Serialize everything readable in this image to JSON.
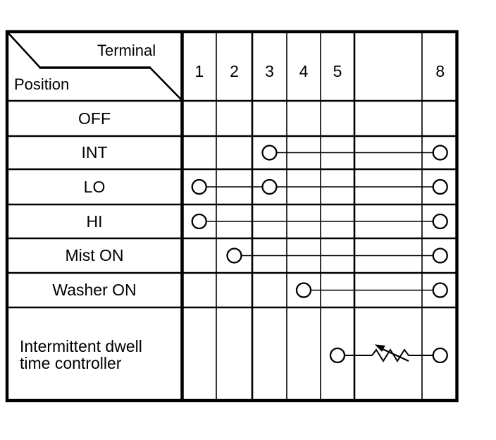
{
  "table": {
    "corner": {
      "top_label": "Terminal",
      "bottom_label": "Position"
    },
    "columns": [
      "1",
      "2",
      "3",
      "4",
      "5",
      "",
      "8"
    ],
    "rows": [
      {
        "label": "OFF",
        "connections": []
      },
      {
        "label": "INT",
        "connections": [
          {
            "terminals": [
              "3",
              "8"
            ]
          }
        ]
      },
      {
        "label": "LO",
        "connections": [
          {
            "terminals": [
              "1",
              "3",
              "8"
            ]
          }
        ]
      },
      {
        "label": "HI",
        "connections": [
          {
            "terminals": [
              "1",
              "8"
            ]
          }
        ]
      },
      {
        "label": "Mist ON",
        "connections": [
          {
            "terminals": [
              "2",
              "8"
            ]
          }
        ]
      },
      {
        "label": "Washer ON",
        "connections": [
          {
            "terminals": [
              "4",
              "8"
            ]
          }
        ]
      },
      {
        "label": "Intermittent dwell\ntime controller",
        "label_align": "left",
        "connections": [
          {
            "terminals": [
              "5",
              "8"
            ],
            "component": "variable-resistor"
          }
        ]
      }
    ]
  },
  "colors": {
    "ink": "#000000",
    "background": "#ffffff"
  }
}
